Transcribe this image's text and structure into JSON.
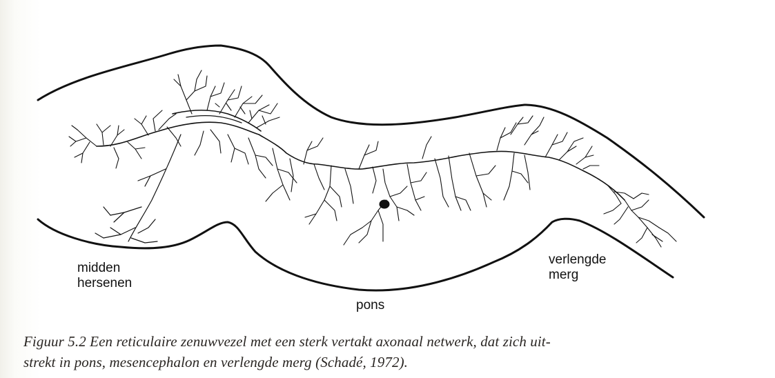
{
  "labels": {
    "midbrain": "midden\nhersenen",
    "pons": "pons",
    "medulla": "verlengde\nmerg"
  },
  "caption": {
    "line1": "Figuur 5.2 Een reticulaire zenuwvezel met een sterk vertakt axonaal netwerk, dat zich uit-",
    "line2": "strekt in pons, mesencephalon en verlengde merg (Schadé, 1972)."
  }
}
